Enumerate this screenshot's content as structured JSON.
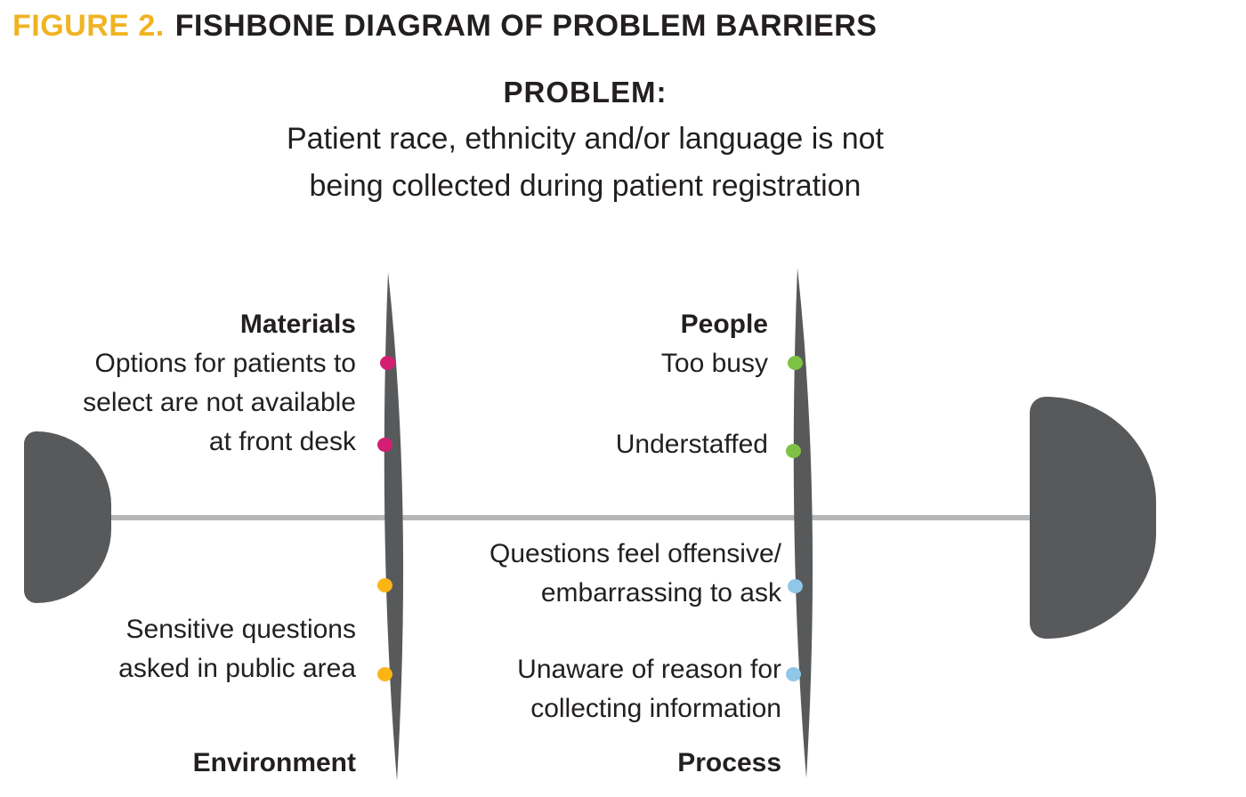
{
  "figure": {
    "label": "FIGURE 2.",
    "title": "FISHBONE DIAGRAM OF PROBLEM BARRIERS"
  },
  "problem": {
    "heading": "PROBLEM:",
    "line1": "Patient race, ethnicity and/or language is not",
    "line2": "being collected during patient registration"
  },
  "categories": {
    "materials": {
      "label": "Materials",
      "cause1_line1": "Options for patients to",
      "cause1_line2": "select are not available",
      "cause1_line3": "at front desk",
      "dot_color": "#D31E73"
    },
    "people": {
      "label": "People",
      "cause1": "Too busy",
      "cause2": "Understaffed",
      "dot_color": "#7DC242"
    },
    "environment": {
      "label": "Environment",
      "cause1_line1": "Sensitive questions",
      "cause1_line2": "asked in public area",
      "dot_color": "#FBB616"
    },
    "process": {
      "label": "Process",
      "cause1_line1": "Questions feel offensive/",
      "cause1_line2": "embarrassing to ask",
      "cause2_line1": "Unaware of reason for",
      "cause2_line2": "collecting information",
      "dot_color": "#8FC7E8"
    }
  },
  "colors": {
    "accent_yellow": "#F0B323",
    "text_dark": "#231F20",
    "fish_gray": "#58595B",
    "spine_gray": "#B5B7B9",
    "dot_pink": "#D31E73",
    "dot_green": "#7DC242",
    "dot_yellow": "#FBB616",
    "dot_blue": "#8FC7E8"
  }
}
